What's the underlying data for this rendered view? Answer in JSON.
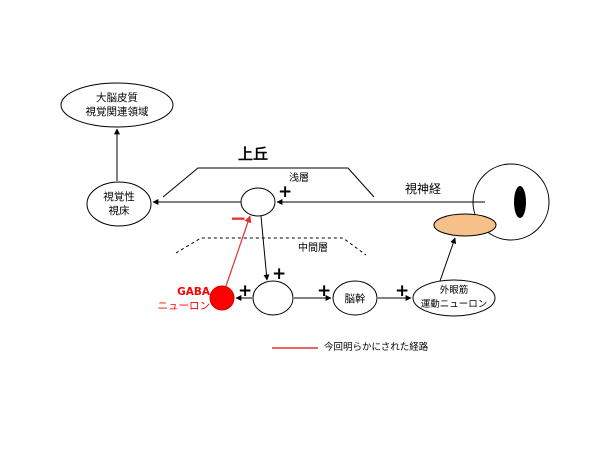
{
  "nodes": {
    "cortex": {
      "line1": "大脳皮質",
      "line2": "視覚関連領域"
    },
    "thalamus": {
      "line1": "視覚性",
      "line2": "視床"
    },
    "brainstem": {
      "label": "脳幹"
    },
    "oculomotor": {
      "line1": "外眼筋",
      "line2": "運動ニューロン"
    },
    "gaba": {
      "line1": "GABA",
      "line2": "ニューロン"
    }
  },
  "labels": {
    "superior_colliculus": "上丘",
    "superficial_layer": "浅層",
    "intermediate_layer": "中間層",
    "optic_nerve": "視神経"
  },
  "signs": {
    "plus": "+",
    "minus": "−"
  },
  "legend": {
    "text": "今回明らかにされた経路"
  },
  "colors": {
    "line": "#000000",
    "highlight": "#e53030",
    "gaba_fill": "#ff0000",
    "optic_disc": "#f5c08a",
    "pupil": "#000000"
  }
}
